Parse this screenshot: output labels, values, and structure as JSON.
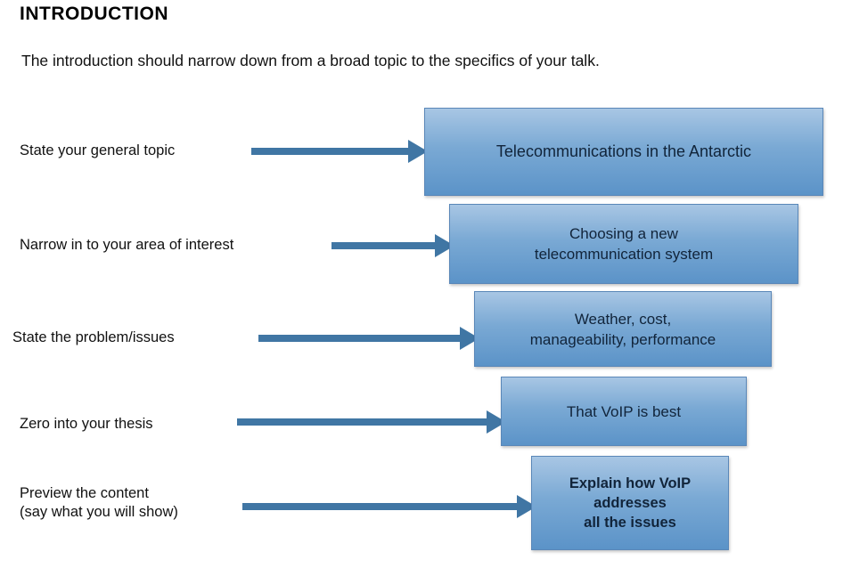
{
  "title": "INTRODUCTION",
  "subtitle": "The introduction should narrow down from a broad topic to the specifics of your talk.",
  "colors": {
    "arrow": "#4076a4",
    "box_top": "#a8c6e4",
    "box_bottom": "#5b93c8",
    "box_border": "#5a87b8",
    "text": "#111111"
  },
  "steps": [
    {
      "label": "State your general topic",
      "box": "Telecommunications in the Antarctic"
    },
    {
      "label": "Narrow in to your area of interest",
      "box": "Choosing a new\ntelecommunication system"
    },
    {
      "label": "State the problem/issues",
      "box": "Weather, cost,\nmanageability, performance"
    },
    {
      "label": "Zero into your thesis",
      "box": "That VoIP is best"
    },
    {
      "label": "Preview the content\n(say what you will show)",
      "box": "Explain how VoIP\naddresses\nall the issues"
    }
  ]
}
